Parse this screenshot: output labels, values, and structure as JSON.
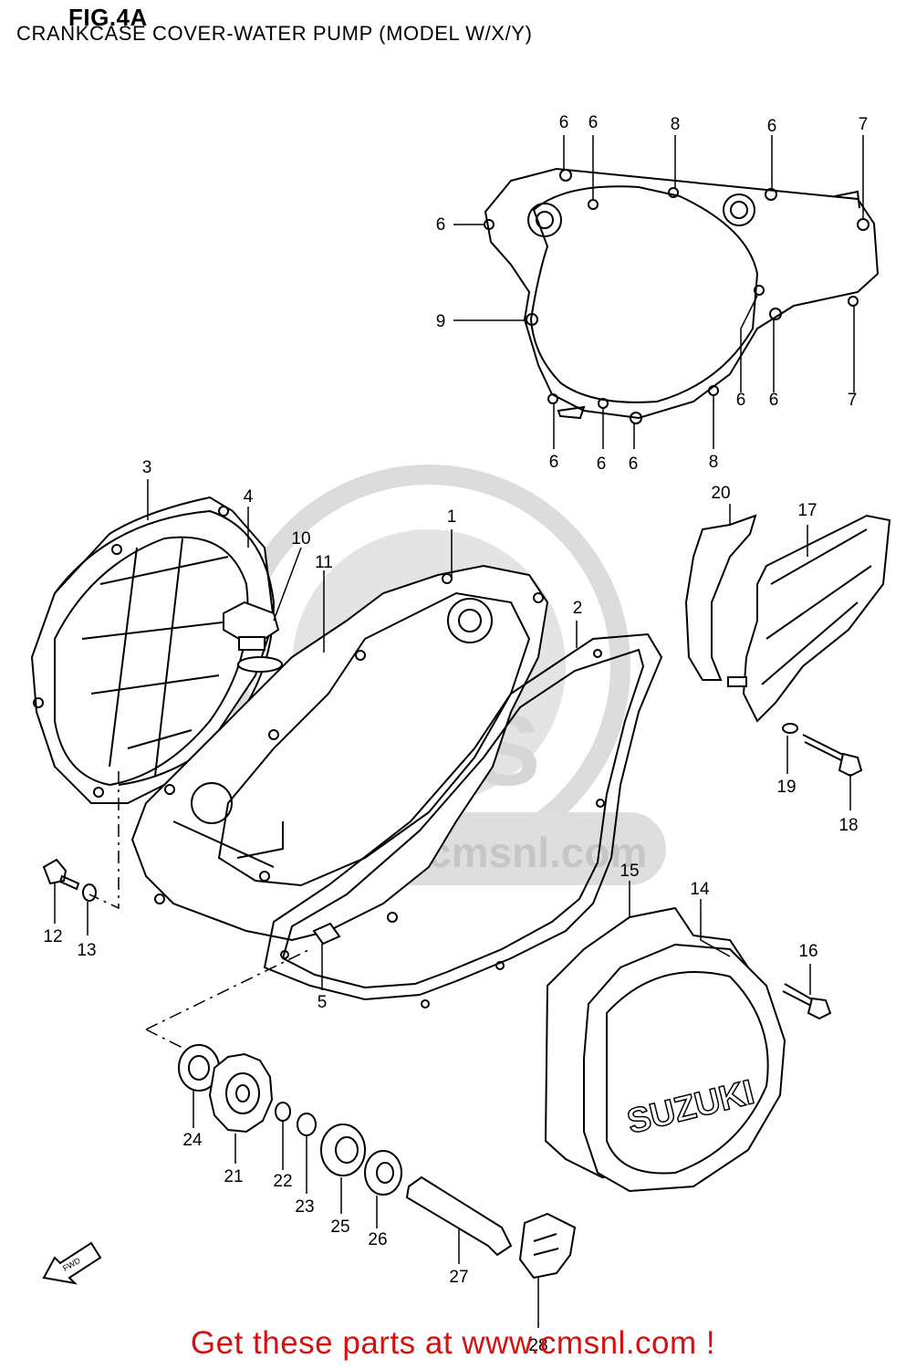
{
  "header": {
    "fig_number": "FIG.4A",
    "title": "CRANKCASE COVER-WATER PUMP (MODEL W/X/Y)"
  },
  "watermark": {
    "brand": "CMS",
    "url": "www.cmsnl.com"
  },
  "cover_logo_text": "SUZUKI",
  "direction_arrow_label": "FWD",
  "callouts": [
    "6",
    "6",
    "8",
    "6",
    "7",
    "6",
    "9",
    "6",
    "6",
    "7",
    "6",
    "6",
    "6",
    "8",
    "3",
    "4",
    "10",
    "11",
    "1",
    "2",
    "20",
    "17",
    "19",
    "18",
    "12",
    "13",
    "5",
    "15",
    "14",
    "16",
    "24",
    "21",
    "22",
    "23",
    "25",
    "26",
    "27",
    "28"
  ],
  "footer": {
    "promo_text": "Get these parts at www.cmsnl.com !"
  },
  "colors": {
    "promo": "#d41111",
    "watermark": "#d9d9d9",
    "line": "#000000"
  }
}
